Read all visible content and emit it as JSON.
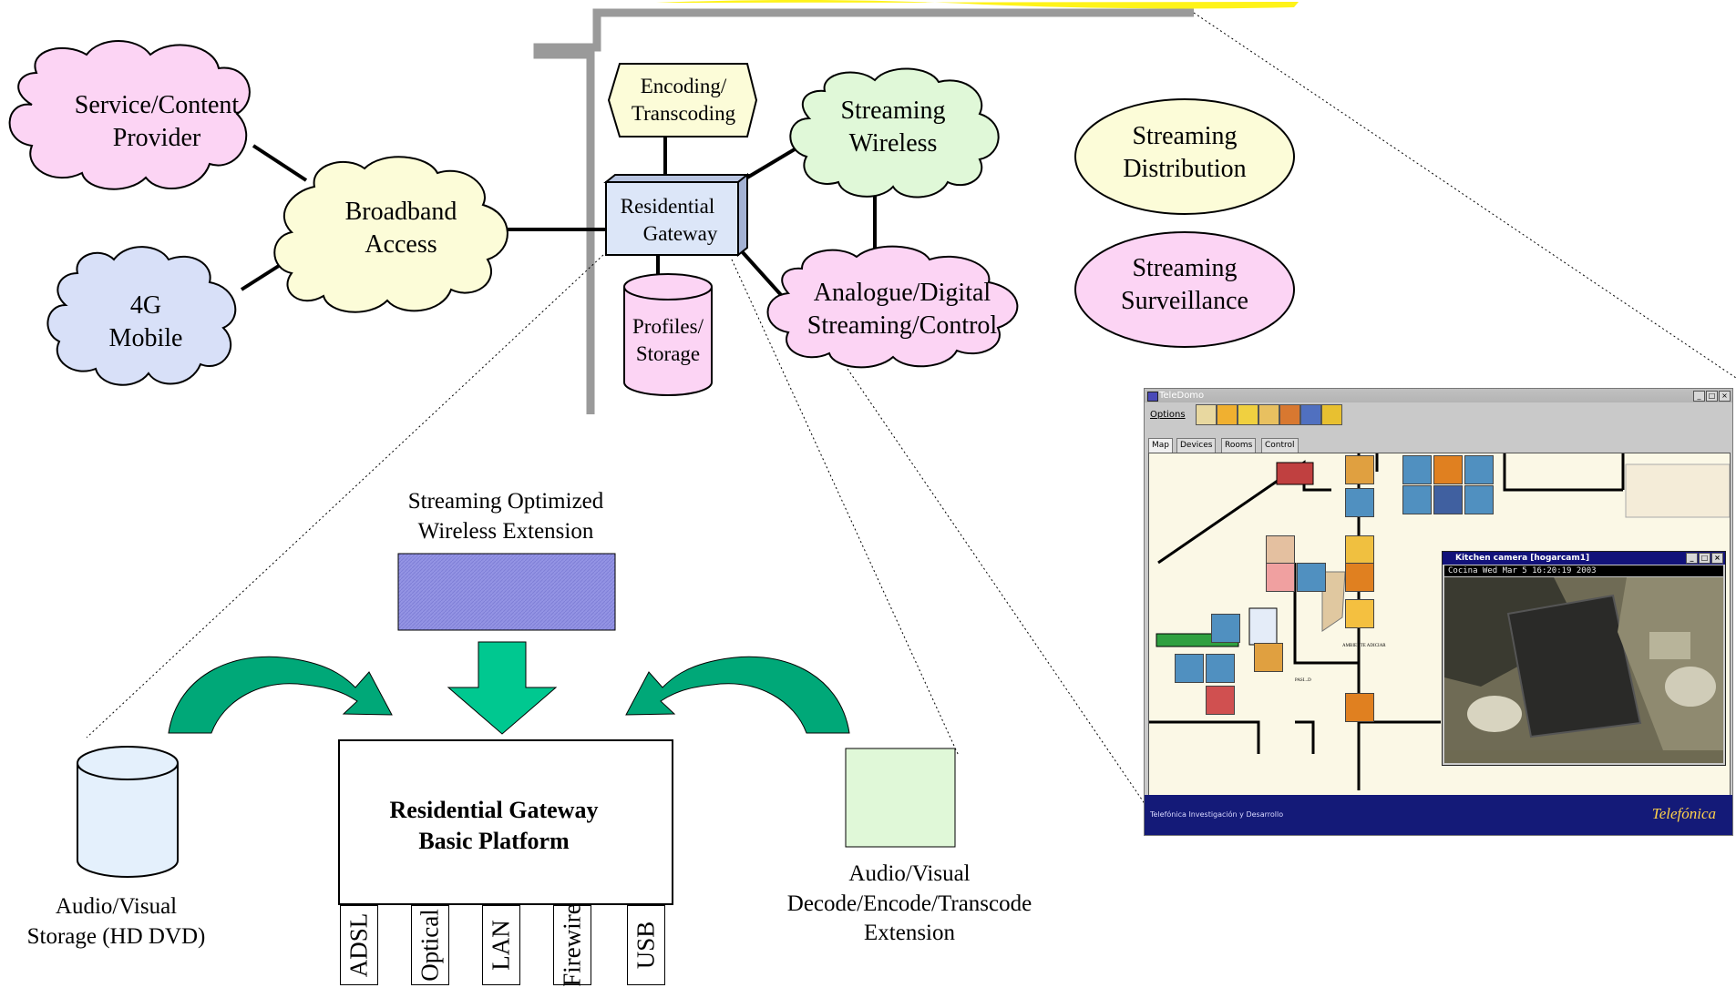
{
  "network": {
    "service_content_provider": [
      "Service/Content",
      "Provider"
    ],
    "broadband_access": [
      "Broadband",
      "Access"
    ],
    "mobile_4g": [
      "4G",
      "Mobile"
    ],
    "encoding_transcoding": [
      "Encoding/",
      "Transcoding"
    ],
    "residential_gateway": [
      "Residential",
      "Gateway"
    ],
    "profiles_storage": [
      "Profiles/",
      "Storage"
    ],
    "streaming_wireless": [
      "Streaming",
      "Wireless"
    ],
    "analogue_digital": [
      "Analogue/Digital",
      "Streaming/Control"
    ],
    "streaming_distribution": [
      "Streaming",
      "Distribution"
    ],
    "streaming_surveillance": [
      "Streaming",
      "Surveillance"
    ]
  },
  "platform": {
    "wireless_extension": [
      "Streaming Optimized",
      "Wireless Extension"
    ],
    "basic_platform": [
      "Residential Gateway",
      "Basic Platform"
    ],
    "storage_label": [
      "Audio/Visual",
      "Storage (HD DVD)"
    ],
    "transcode_label": [
      "Audio/Visual",
      "Decode/Encode/Transcode",
      "Extension"
    ],
    "ports": [
      "ADSL",
      "Optical",
      "LAN",
      "Firewire",
      "USB"
    ]
  },
  "app": {
    "title": "TeleDomo",
    "menu": "Options",
    "tabs": [
      "Map",
      "Devices",
      "Rooms",
      "Control Panel"
    ],
    "camera_title": "Kitchen camera [hogarcam1]",
    "camera_overlay": "Cocina  Wed Mar  5  16:20:19  2003",
    "map_label_1": "AMBIENTE ADICIAR",
    "map_label_2": "PASI...D",
    "footer_left": "Telefónica Investigación y Desarrollo",
    "footer_right": "Telefónica"
  },
  "colors": {
    "pink_cloud": "#fcd4f4",
    "yellow_cloud": "#fcfcd8",
    "blue_cloud": "#d8e0f8",
    "green_cloud": "#e0f8d8",
    "green_arrow": "#00c890",
    "dark_green_arrow": "#00906a",
    "purple_box": "#9090e0",
    "backbone": "#9a9a9a",
    "highlight": "#fff200"
  }
}
